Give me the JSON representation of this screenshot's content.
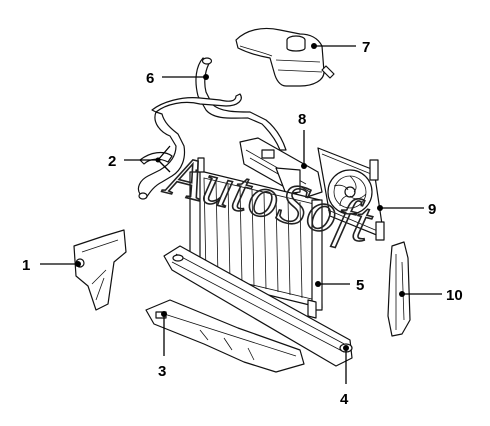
{
  "watermark": "AutoSoft",
  "callouts": [
    {
      "id": "1",
      "label": "1"
    },
    {
      "id": "2",
      "label": "2"
    },
    {
      "id": "3",
      "label": "3"
    },
    {
      "id": "4",
      "label": "4"
    },
    {
      "id": "5",
      "label": "5"
    },
    {
      "id": "6",
      "label": "6"
    },
    {
      "id": "7",
      "label": "7"
    },
    {
      "id": "8",
      "label": "8"
    },
    {
      "id": "9",
      "label": "9"
    },
    {
      "id": "10",
      "label": "10"
    }
  ]
}
